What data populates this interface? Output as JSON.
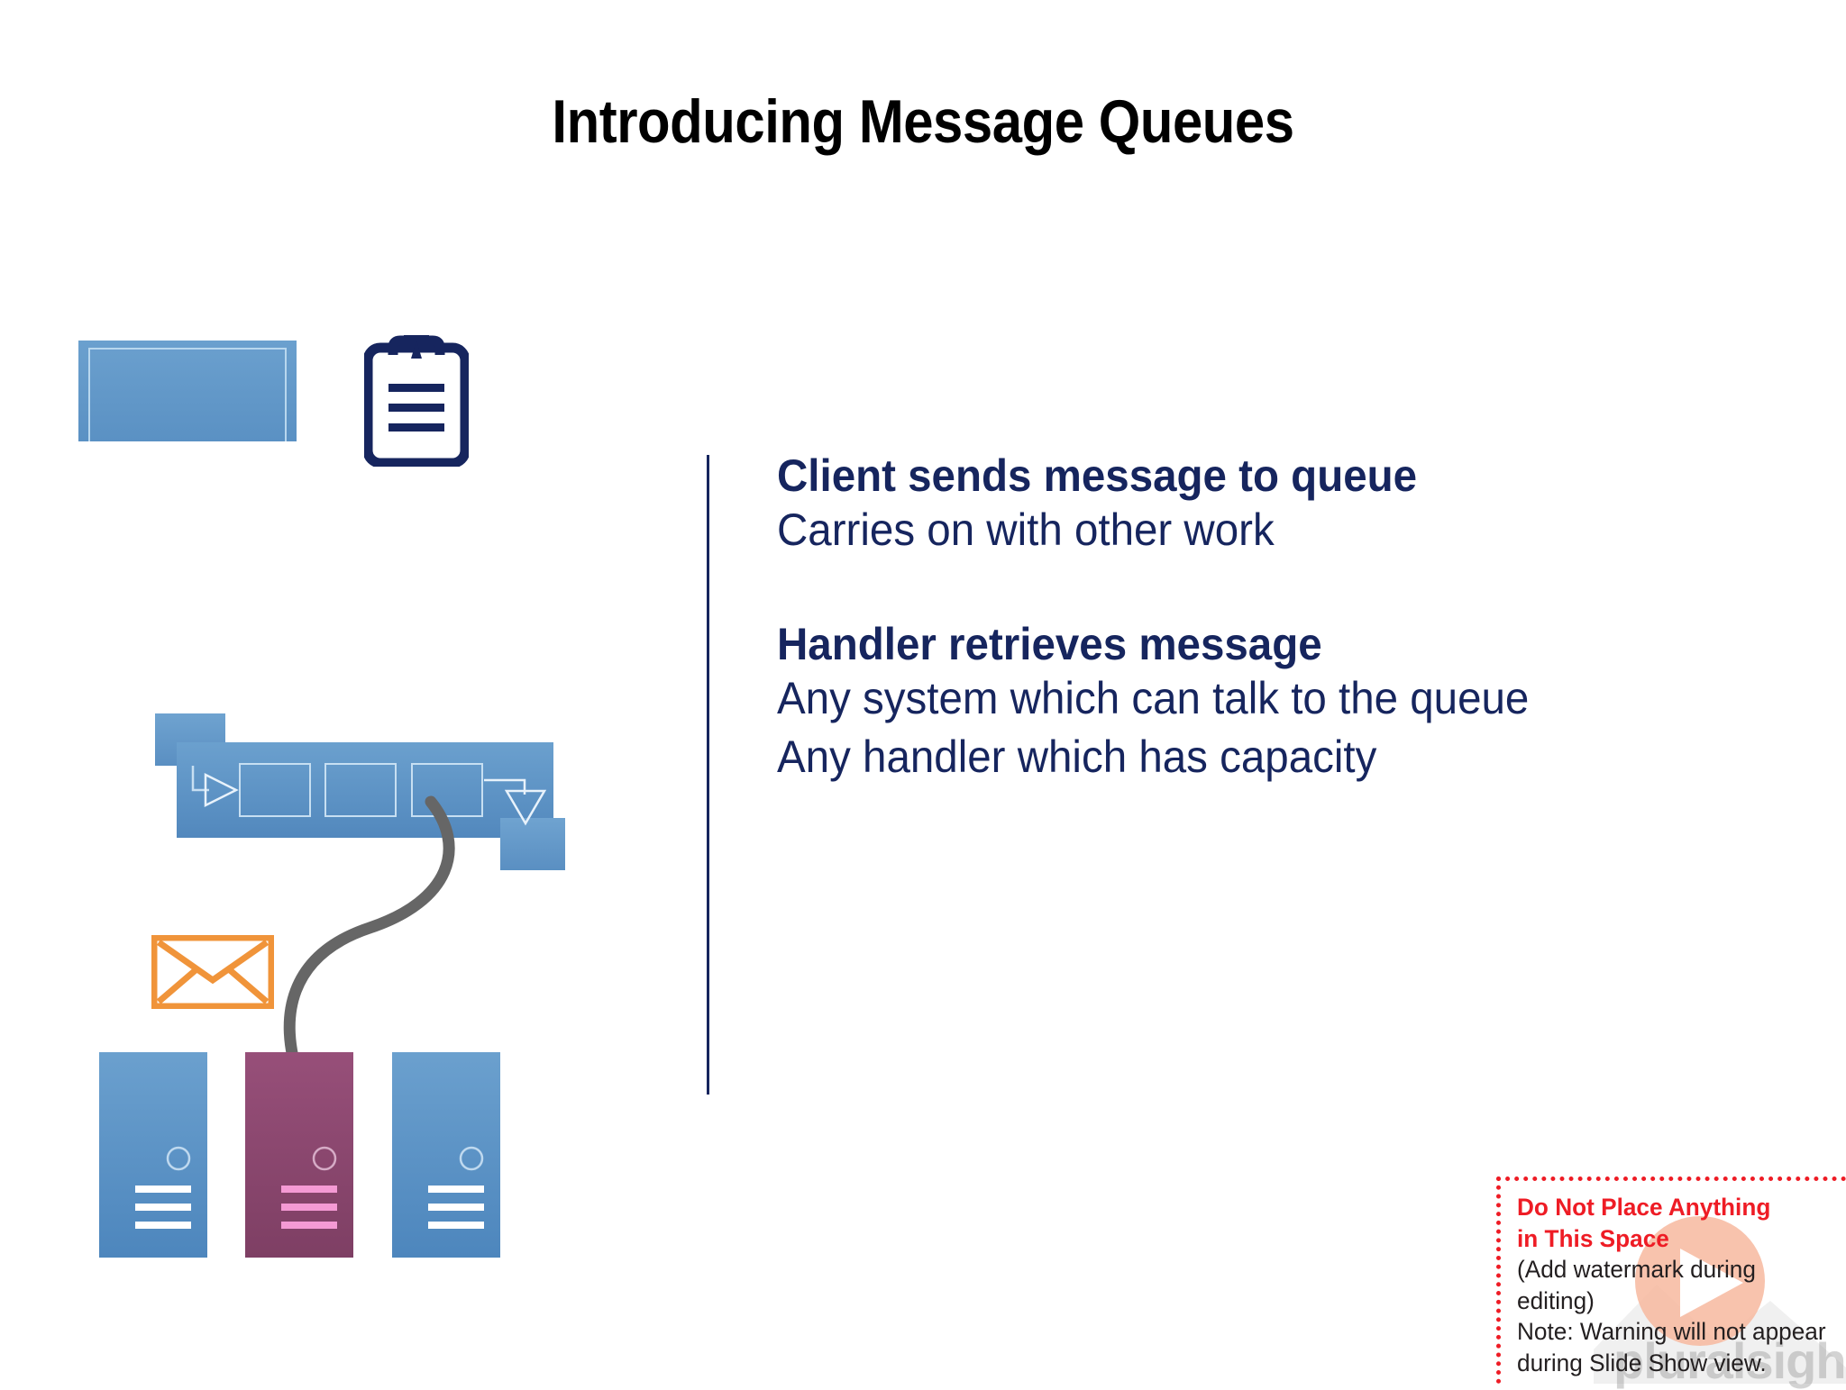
{
  "slide": {
    "title": "Introducing Message Queues",
    "background_color": "#ffffff",
    "title_color": "#000000",
    "accent_navy": "#16255e",
    "accent_blue": "#5b92c6",
    "accent_purple": "#8e4a72",
    "accent_orange": "#f0943a",
    "accent_red": "#ee1c25",
    "arrow_gray": "#666666"
  },
  "content": {
    "blocks": [
      {
        "heading": "Client sends message to queue",
        "lines": [
          "Carries on with other work"
        ]
      },
      {
        "heading": "Handler retrieves message",
        "lines": [
          "Any system which can talk to the queue",
          "Any handler which has capacity"
        ]
      }
    ]
  },
  "diagram": {
    "client_icon_name": "desktop-computer-icon",
    "clipboard_icon_name": "clipboard-icon",
    "queue_icon_name": "message-queue-icon",
    "envelope_icon_name": "envelope-icon",
    "arrow_icon_name": "curved-arrow-icon",
    "queue_slots": 3,
    "servers": [
      {
        "name": "server-left",
        "color": "#5b92c6",
        "line_color": "#ffffff",
        "active": false
      },
      {
        "name": "server-middle-handler",
        "color": "#8e4a72",
        "line_color": "#f49ad4",
        "active": true
      },
      {
        "name": "server-right",
        "color": "#5b92c6",
        "line_color": "#ffffff",
        "active": false
      }
    ]
  },
  "warning": {
    "red_lines": [
      "Do Not Place Anything",
      "in This Space"
    ],
    "black_lines": [
      "(Add watermark during",
      "editing)",
      "Note:  Warning will not appear",
      "during Slide Show view."
    ]
  },
  "watermark": {
    "brand": "pluralsight",
    "play_icon_name": "play-button-icon",
    "circle_color": "#f6b69b"
  }
}
